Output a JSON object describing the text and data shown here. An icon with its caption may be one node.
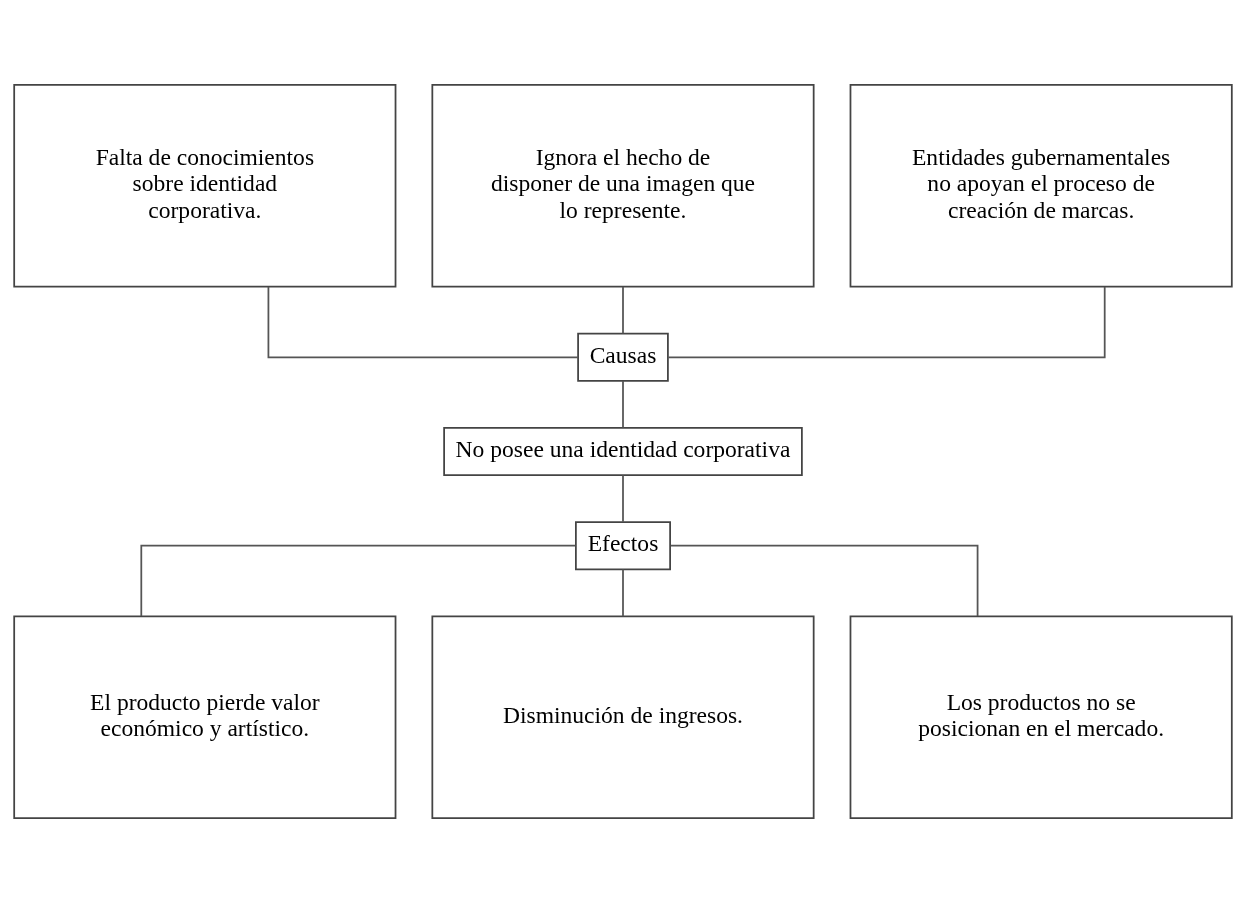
{
  "diagram": {
    "nodes": [
      {
        "text": [
          "Falta de conocimientos sobre identidad corporativa."
        ]
      },
      {
        "text": [
          "Ignora el hecho de disponer de una imagen que lo represente."
        ]
      },
      {
        "text": [
          "Entidades gubernamentales no apoyan el proceso de creación de marcas."
        ]
      },
      {
        "text": [
          "Causas"
        ]
      },
      {
        "text": [
          "No posee una identidad corporativa"
        ]
      },
      {
        "text": [
          "Efectos"
        ]
      },
      {
        "text": [
          "El producto pierde valor económico y artístico."
        ]
      },
      {
        "text": [
          "Disminución de ingresos."
        ]
      },
      {
        "text": [
          "Los productos no se posicionan en el mercado."
        ]
      }
    ],
    "edges": [
      {
        "from": 0,
        "to": 3,
        "arrow": "none"
      },
      {
        "from": 1,
        "to": 3,
        "arrow": "none"
      },
      {
        "from": 2,
        "to": 3,
        "arrow": "none"
      },
      {
        "from": 3,
        "to": 4,
        "arrow": "none"
      },
      {
        "from": 4,
        "to": 5,
        "arrow": "none"
      },
      {
        "from": 5,
        "to": 6,
        "arrow": "none"
      },
      {
        "from": 5,
        "to": 7,
        "arrow": "none"
      },
      {
        "from": 5,
        "to": 8,
        "arrow": "none"
      }
    ]
  }
}
